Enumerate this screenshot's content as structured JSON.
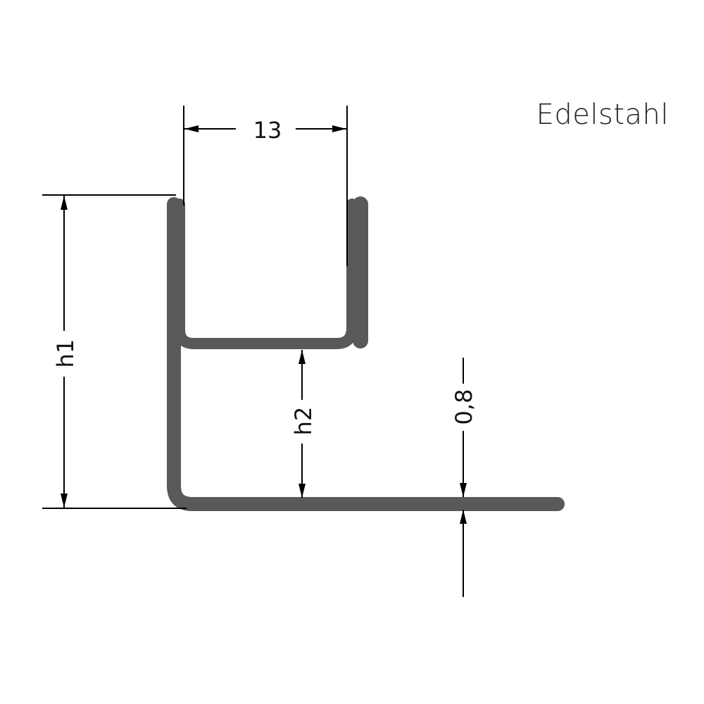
{
  "material_label": "Edelstahl",
  "dimensions": {
    "width_label": "13",
    "height1_label": "h1",
    "height2_label": "h2",
    "thickness_label": "0,8"
  },
  "colors": {
    "profile": "#595959",
    "dimension_lines": "#000000",
    "background": "#ffffff"
  }
}
